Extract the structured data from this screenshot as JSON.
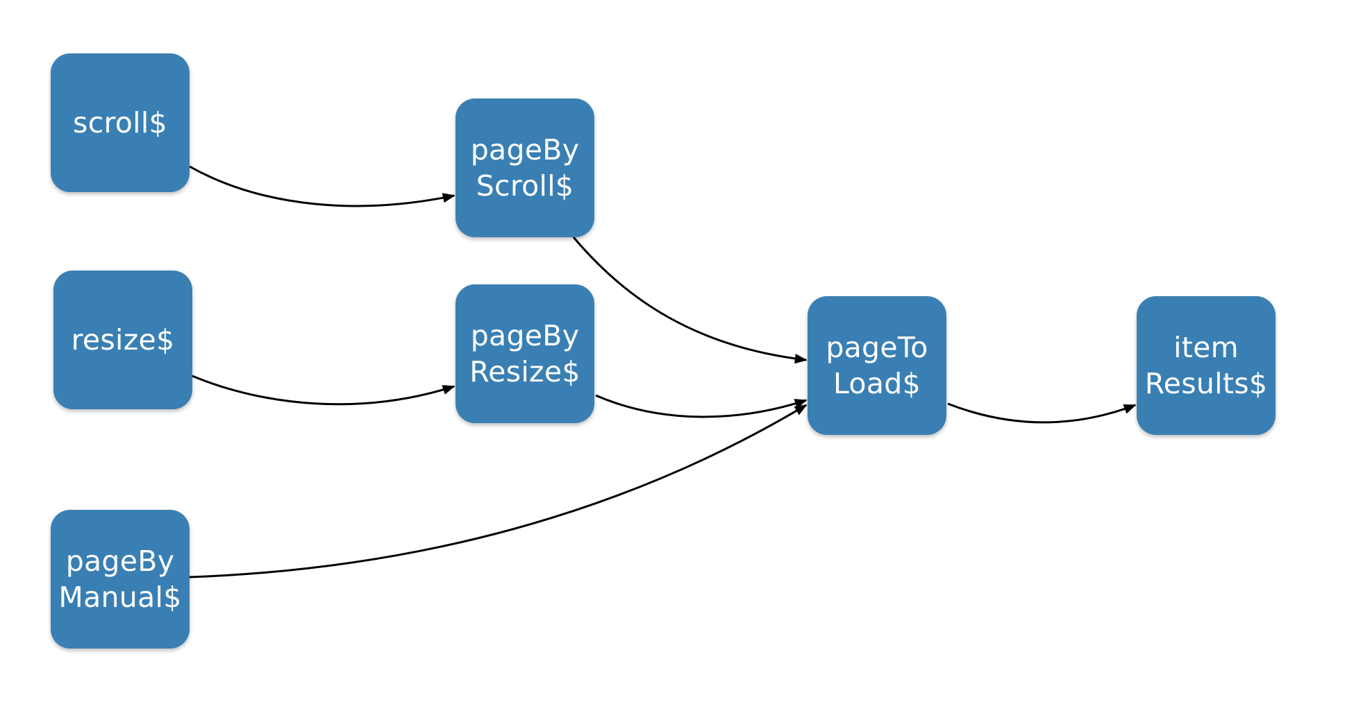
{
  "diagram": {
    "nodes": [
      {
        "id": "scroll",
        "label": "scroll$"
      },
      {
        "id": "resize",
        "label": "resize$"
      },
      {
        "id": "manual",
        "label": "pageBy\nManual$"
      },
      {
        "id": "pbscroll",
        "label": "pageBy\nScroll$"
      },
      {
        "id": "pbresize",
        "label": "pageBy\nResize$"
      },
      {
        "id": "ptl",
        "label": "pageTo\nLoad$"
      },
      {
        "id": "items",
        "label": "item\nResults$"
      }
    ],
    "edges": [
      {
        "from": "scroll",
        "to": "pbscroll"
      },
      {
        "from": "resize",
        "to": "pbresize"
      },
      {
        "from": "pbscroll",
        "to": "ptl"
      },
      {
        "from": "pbresize",
        "to": "ptl"
      },
      {
        "from": "manual",
        "to": "ptl"
      },
      {
        "from": "ptl",
        "to": "items"
      }
    ],
    "colors": {
      "node_fill": "#3a7fb3",
      "node_text": "#ffffff",
      "edge": "#000000"
    }
  }
}
